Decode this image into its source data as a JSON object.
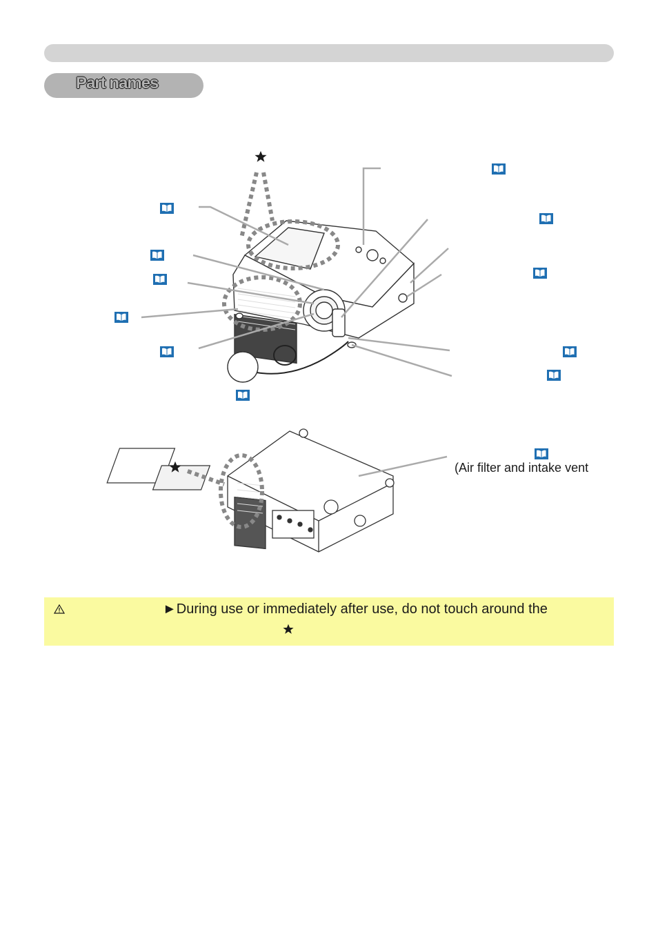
{
  "header": {
    "section_title": "Part names"
  },
  "figure": {
    "callouts_top": [
      "ref-book-icon",
      "ref-book-icon",
      "ref-book-icon",
      "ref-book-icon",
      "ref-book-icon",
      "ref-book-icon",
      "ref-book-icon",
      "ref-book-icon",
      "ref-book-icon",
      "ref-book-icon",
      "ref-book-icon"
    ],
    "air_filter_note": "(Air filter and intake vent"
  },
  "caution": {
    "icon": "warning-triangle-icon",
    "text": "►During use or immediately after use, do not touch around the",
    "marker": "star-icon"
  },
  "colors": {
    "accent_blue": "#1f6fb2",
    "caution_bg": "#fafaa0",
    "bar_gray": "#d4d4d4",
    "pill_gray": "#b3b3b3"
  }
}
